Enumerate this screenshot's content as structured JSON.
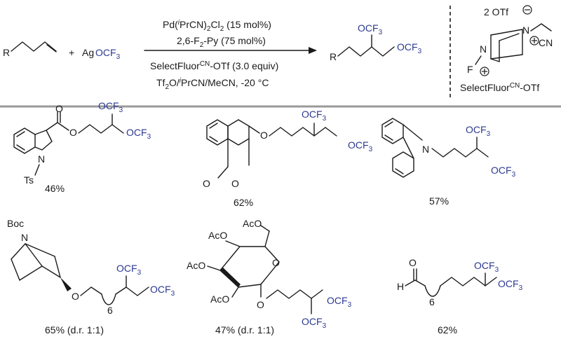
{
  "scheme": {
    "reactant_r": "R",
    "plus": "+",
    "reagent_prefix": "Ag",
    "reagent_blue": "OCF3",
    "conditions": [
      "Pd(iPrCN)2Cl2 (15 mol%)",
      "2,6-F2-Py (75 mol%)",
      "SelectFluorCN-OTf (3.0 equiv)",
      "Tf2O/iPrCN/MeCN, -20 °C"
    ],
    "product_r": "R",
    "product_group_1": "OCF3",
    "product_group_2": "OCF3",
    "selectfluor_counterion": "2 OTf",
    "selectfluor_name": "SelectFluorCN-OTf",
    "selectfluor_cn": "CN",
    "selectfluor_f": "F",
    "selectfluor_n": "N"
  },
  "examples": [
    {
      "id": "indole",
      "yield": "46%",
      "label_ts": "Ts",
      "label_n": "N",
      "label_o": "O"
    },
    {
      "id": "isocoumarin",
      "yield": "62%",
      "label_o": "O"
    },
    {
      "id": "carbazole",
      "yield": "57%",
      "label_n": "N"
    },
    {
      "id": "tropane",
      "yield": "65% (d.r. 1:1)",
      "label_boc": "Boc",
      "label_n": "N",
      "subscript": "6"
    },
    {
      "id": "glucose",
      "yield": "47% (d.r. 1:1)",
      "label_ac": "AcO"
    },
    {
      "id": "aldehyde",
      "yield": "62%",
      "label_h": "H",
      "label_o": "O",
      "subscript": "6"
    }
  ],
  "colors": {
    "ink": "#1a1a1a",
    "blue": "#2b3990"
  }
}
